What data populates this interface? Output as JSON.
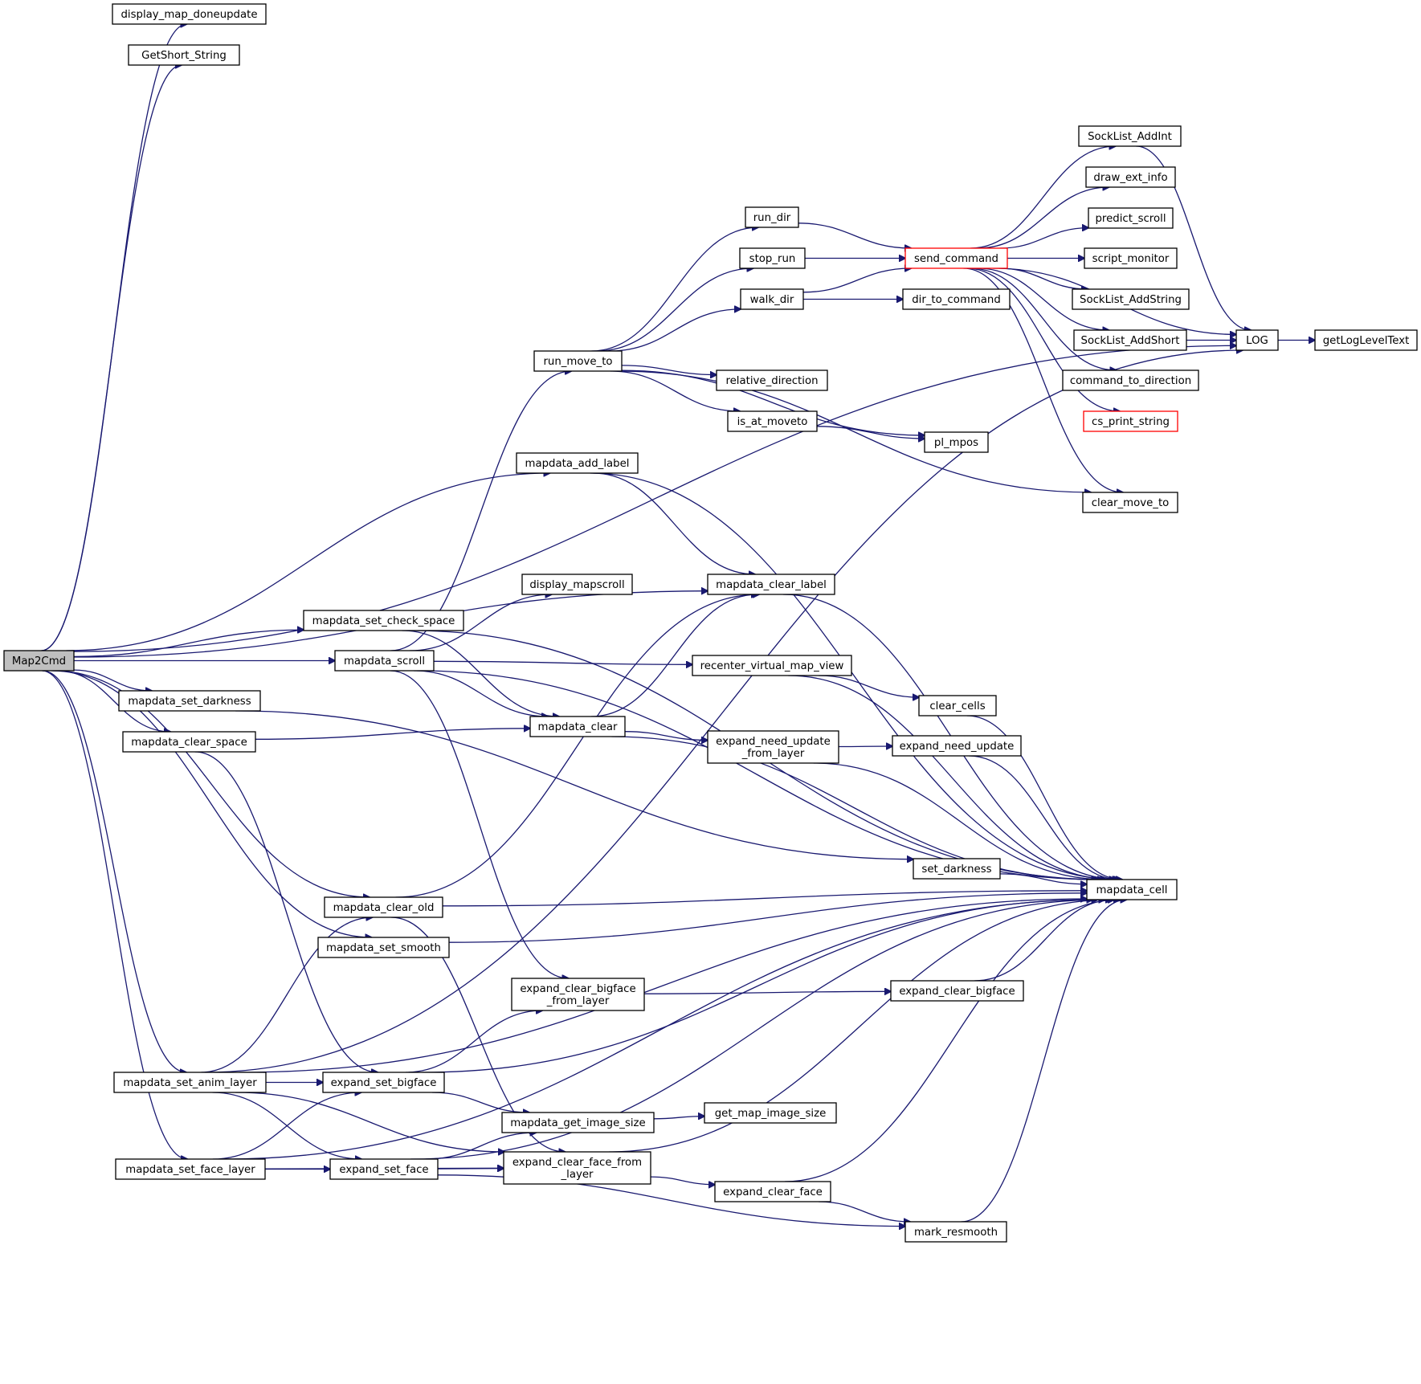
{
  "graph": {
    "nodes": [
      {
        "id": "map2cmd",
        "label": [
          "Map2Cmd"
        ],
        "style": "root"
      },
      {
        "id": "display_map_doneupdate",
        "label": [
          "display_map_doneupdate"
        ]
      },
      {
        "id": "getshort_string",
        "label": [
          "GetShort_String"
        ]
      },
      {
        "id": "log",
        "label": [
          "LOG"
        ]
      },
      {
        "id": "getloglevel",
        "label": [
          "getLogLevelText"
        ]
      },
      {
        "id": "mapdata_add_label",
        "label": [
          "mapdata_add_label"
        ]
      },
      {
        "id": "mapdata_clear_label",
        "label": [
          "mapdata_clear_label"
        ]
      },
      {
        "id": "mapdata_cell",
        "label": [
          "mapdata_cell"
        ]
      },
      {
        "id": "mapdata_set_check_space",
        "label": [
          "mapdata_set_check_space"
        ]
      },
      {
        "id": "mapdata_clear",
        "label": [
          "mapdata_clear"
        ]
      },
      {
        "id": "mapdata_scroll",
        "label": [
          "mapdata_scroll"
        ]
      },
      {
        "id": "display_mapscroll",
        "label": [
          "display_mapscroll"
        ]
      },
      {
        "id": "run_move_to",
        "label": [
          "run_move_to"
        ]
      },
      {
        "id": "recenter",
        "label": [
          "recenter_virtual_map_view"
        ]
      },
      {
        "id": "clear_cells",
        "label": [
          "clear_cells"
        ]
      },
      {
        "id": "expand_clear_bigface_from_layer",
        "label": [
          "expand_clear_bigface",
          "_from_layer"
        ]
      },
      {
        "id": "expand_clear_bigface",
        "label": [
          "expand_clear_bigface"
        ]
      },
      {
        "id": "mapdata_set_darkness",
        "label": [
          "mapdata_set_darkness"
        ]
      },
      {
        "id": "set_darkness",
        "label": [
          "set_darkness"
        ]
      },
      {
        "id": "mapdata_clear_space",
        "label": [
          "mapdata_clear_space"
        ]
      },
      {
        "id": "expand_set_bigface",
        "label": [
          "expand_set_bigface"
        ]
      },
      {
        "id": "expand_need_update_from_layer",
        "label": [
          "expand_need_update",
          "_from_layer"
        ]
      },
      {
        "id": "expand_need_update",
        "label": [
          "expand_need_update"
        ]
      },
      {
        "id": "mapdata_clear_old",
        "label": [
          "mapdata_clear_old"
        ]
      },
      {
        "id": "expand_clear_face_from_layer",
        "label": [
          "expand_clear_face_from",
          "_layer"
        ]
      },
      {
        "id": "mapdata_set_smooth",
        "label": [
          "mapdata_set_smooth"
        ]
      },
      {
        "id": "mapdata_set_anim_layer",
        "label": [
          "mapdata_set_anim_layer"
        ]
      },
      {
        "id": "mapdata_get_image_size",
        "label": [
          "mapdata_get_image_size"
        ]
      },
      {
        "id": "get_map_image_size",
        "label": [
          "get_map_image_size"
        ]
      },
      {
        "id": "mapdata_set_face_layer",
        "label": [
          "mapdata_set_face_layer"
        ]
      },
      {
        "id": "expand_set_face",
        "label": [
          "expand_set_face"
        ]
      },
      {
        "id": "expand_clear_face",
        "label": [
          "expand_clear_face"
        ]
      },
      {
        "id": "mark_resmooth",
        "label": [
          "mark_resmooth"
        ]
      },
      {
        "id": "run_dir",
        "label": [
          "run_dir"
        ]
      },
      {
        "id": "stop_run",
        "label": [
          "stop_run"
        ]
      },
      {
        "id": "walk_dir",
        "label": [
          "walk_dir"
        ]
      },
      {
        "id": "send_command",
        "label": [
          "send_command"
        ],
        "style": "trunc"
      },
      {
        "id": "dir_to_command",
        "label": [
          "dir_to_command"
        ]
      },
      {
        "id": "relative_direction",
        "label": [
          "relative_direction"
        ]
      },
      {
        "id": "is_at_moveto",
        "label": [
          "is_at_moveto"
        ]
      },
      {
        "id": "pl_mpos",
        "label": [
          "pl_mpos"
        ]
      },
      {
        "id": "clear_move_to",
        "label": [
          "clear_move_to"
        ]
      },
      {
        "id": "socklist_addint",
        "label": [
          "SockList_AddInt"
        ]
      },
      {
        "id": "draw_ext_info",
        "label": [
          "draw_ext_info"
        ]
      },
      {
        "id": "predict_scroll",
        "label": [
          "predict_scroll"
        ]
      },
      {
        "id": "script_monitor",
        "label": [
          "script_monitor"
        ]
      },
      {
        "id": "socklist_addstring",
        "label": [
          "SockList_AddString"
        ]
      },
      {
        "id": "socklist_addshort",
        "label": [
          "SockList_AddShort"
        ]
      },
      {
        "id": "command_to_direction",
        "label": [
          "command_to_direction"
        ]
      },
      {
        "id": "cs_print_string",
        "label": [
          "cs_print_string"
        ],
        "style": "trunc"
      }
    ],
    "edges": [
      [
        "map2cmd",
        "display_map_doneupdate"
      ],
      [
        "map2cmd",
        "getshort_string"
      ],
      [
        "map2cmd",
        "log"
      ],
      [
        "map2cmd",
        "mapdata_add_label"
      ],
      [
        "map2cmd",
        "mapdata_clear_label"
      ],
      [
        "map2cmd",
        "mapdata_set_check_space"
      ],
      [
        "map2cmd",
        "mapdata_scroll"
      ],
      [
        "map2cmd",
        "mapdata_set_darkness"
      ],
      [
        "map2cmd",
        "mapdata_clear_space"
      ],
      [
        "map2cmd",
        "mapdata_clear_old"
      ],
      [
        "map2cmd",
        "mapdata_set_smooth"
      ],
      [
        "map2cmd",
        "mapdata_set_anim_layer"
      ],
      [
        "map2cmd",
        "mapdata_set_face_layer"
      ],
      [
        "log",
        "getloglevel"
      ],
      [
        "mapdata_add_label",
        "mapdata_clear_label"
      ],
      [
        "mapdata_add_label",
        "mapdata_cell"
      ],
      [
        "mapdata_clear_label",
        "mapdata_cell"
      ],
      [
        "mapdata_set_check_space",
        "mapdata_cell"
      ],
      [
        "mapdata_set_check_space",
        "mapdata_clear"
      ],
      [
        "mapdata_scroll",
        "run_move_to"
      ],
      [
        "mapdata_scroll",
        "display_mapscroll"
      ],
      [
        "mapdata_scroll",
        "mapdata_cell"
      ],
      [
        "mapdata_scroll",
        "recenter"
      ],
      [
        "mapdata_scroll",
        "mapdata_clear"
      ],
      [
        "mapdata_scroll",
        "expand_clear_bigface_from_layer"
      ],
      [
        "mapdata_clear",
        "mapdata_clear_label"
      ],
      [
        "mapdata_clear",
        "expand_need_update_from_layer"
      ],
      [
        "mapdata_clear",
        "mapdata_cell"
      ],
      [
        "recenter",
        "clear_cells"
      ],
      [
        "recenter",
        "mapdata_cell"
      ],
      [
        "clear_cells",
        "mapdata_cell"
      ],
      [
        "expand_need_update_from_layer",
        "expand_need_update"
      ],
      [
        "expand_need_update_from_layer",
        "mapdata_cell"
      ],
      [
        "expand_need_update",
        "mapdata_cell"
      ],
      [
        "mapdata_set_darkness",
        "set_darkness"
      ],
      [
        "set_darkness",
        "mapdata_cell"
      ],
      [
        "mapdata_clear_space",
        "mapdata_clear"
      ],
      [
        "mapdata_clear_space",
        "expand_set_bigface"
      ],
      [
        "mapdata_clear_old",
        "mapdata_clear_label"
      ],
      [
        "mapdata_clear_old",
        "mapdata_cell"
      ],
      [
        "mapdata_clear_old",
        "expand_clear_face_from_layer"
      ],
      [
        "mapdata_set_smooth",
        "mapdata_cell"
      ],
      [
        "expand_clear_bigface_from_layer",
        "expand_clear_bigface"
      ],
      [
        "expand_clear_bigface",
        "mapdata_cell"
      ],
      [
        "mapdata_set_anim_layer",
        "mapdata_clear_old"
      ],
      [
        "mapdata_set_anim_layer",
        "mapdata_cell"
      ],
      [
        "mapdata_set_anim_layer",
        "expand_set_bigface"
      ],
      [
        "mapdata_set_anim_layer",
        "expand_set_face"
      ],
      [
        "mapdata_set_anim_layer",
        "expand_clear_face_from_layer"
      ],
      [
        "mapdata_set_anim_layer",
        "log"
      ],
      [
        "expand_set_bigface",
        "expand_clear_bigface_from_layer"
      ],
      [
        "expand_set_bigface",
        "mapdata_cell"
      ],
      [
        "expand_set_bigface",
        "mapdata_get_image_size"
      ],
      [
        "mapdata_get_image_size",
        "get_map_image_size"
      ],
      [
        "mapdata_set_face_layer",
        "expand_set_bigface"
      ],
      [
        "mapdata_set_face_layer",
        "expand_set_face"
      ],
      [
        "mapdata_set_face_layer",
        "expand_clear_face_from_layer"
      ],
      [
        "mapdata_set_face_layer",
        "mapdata_cell"
      ],
      [
        "expand_set_face",
        "mapdata_get_image_size"
      ],
      [
        "expand_set_face",
        "expand_clear_face_from_layer"
      ],
      [
        "expand_set_face",
        "mark_resmooth"
      ],
      [
        "expand_set_face",
        "mapdata_cell"
      ],
      [
        "expand_clear_face_from_layer",
        "mapdata_cell"
      ],
      [
        "expand_clear_face_from_layer",
        "expand_clear_face"
      ],
      [
        "expand_clear_face",
        "mark_resmooth"
      ],
      [
        "expand_clear_face",
        "mapdata_cell"
      ],
      [
        "mark_resmooth",
        "mapdata_cell"
      ],
      [
        "run_move_to",
        "run_dir"
      ],
      [
        "run_move_to",
        "stop_run"
      ],
      [
        "run_move_to",
        "walk_dir"
      ],
      [
        "run_move_to",
        "relative_direction"
      ],
      [
        "run_move_to",
        "is_at_moveto"
      ],
      [
        "run_move_to",
        "pl_mpos"
      ],
      [
        "run_move_to",
        "clear_move_to"
      ],
      [
        "is_at_moveto",
        "pl_mpos"
      ],
      [
        "run_dir",
        "send_command"
      ],
      [
        "stop_run",
        "send_command"
      ],
      [
        "walk_dir",
        "send_command"
      ],
      [
        "walk_dir",
        "dir_to_command"
      ],
      [
        "send_command",
        "socklist_addint"
      ],
      [
        "send_command",
        "draw_ext_info"
      ],
      [
        "send_command",
        "predict_scroll"
      ],
      [
        "send_command",
        "script_monitor"
      ],
      [
        "send_command",
        "socklist_addstring"
      ],
      [
        "send_command",
        "socklist_addshort"
      ],
      [
        "send_command",
        "command_to_direction"
      ],
      [
        "send_command",
        "cs_print_string"
      ],
      [
        "send_command",
        "clear_move_to"
      ],
      [
        "send_command",
        "log"
      ],
      [
        "socklist_addint",
        "log"
      ],
      [
        "socklist_addshort",
        "log"
      ]
    ]
  }
}
